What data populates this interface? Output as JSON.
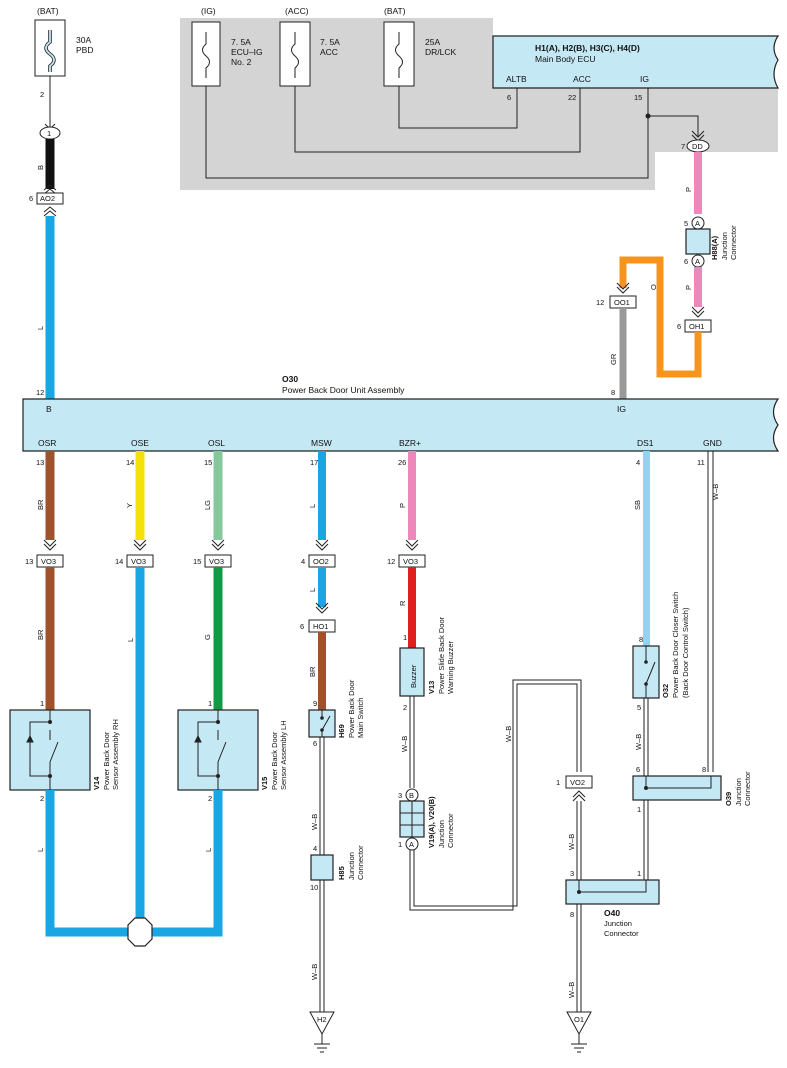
{
  "ecu_zone": {
    "fuse_ig": {
      "source": "(IG)",
      "rating": "7. 5A",
      "name_l1": "ECU–IG",
      "name_l2": "No. 2"
    },
    "fuse_acc": {
      "source": "(ACC)",
      "rating": "7. 5A",
      "name_l1": "ACC"
    },
    "fuse_dr": {
      "source": "(BAT)",
      "rating": "25A",
      "name_l1": "DR/LCK"
    },
    "ecu": {
      "code": "H1(A), H2(B), H3(C), H4(D)",
      "name": "Main Body ECU",
      "pins": [
        {
          "label": "ALTB",
          "num": "6"
        },
        {
          "label": "ACC",
          "num": "22"
        },
        {
          "label": "IG",
          "num": "15"
        }
      ]
    }
  },
  "bat_fuse": {
    "source": "(BAT)",
    "rating": "30A",
    "name": "PBD",
    "pin": "2",
    "circle": "1",
    "wire": "B"
  },
  "connectors": {
    "ao2": {
      "code": "AO2",
      "pin": "6"
    },
    "dd": {
      "code": "DD",
      "pin": "7"
    },
    "h88_top": {
      "pin": "5",
      "letter": "A"
    },
    "h88_bot": {
      "pin": "6",
      "letter": "A"
    },
    "oh1": {
      "code": "OH1",
      "pin": "6"
    },
    "oo1": {
      "code": "OO1",
      "pin": "12"
    }
  },
  "h88": {
    "code": "H88(A)",
    "name_l1": "Junction",
    "name_l2": "Connector"
  },
  "wires": {
    "bat": "L",
    "p_top": "P",
    "p_bot": "P",
    "o": "O",
    "gr": "GR"
  },
  "o30": {
    "code": "O30",
    "name": "Power Back Door Unit Assembly",
    "top_pins": [
      {
        "label": "B",
        "num": "12"
      },
      {
        "label": "IG",
        "num": "8"
      }
    ],
    "bottom_pins": [
      {
        "label": "OSR",
        "num": "13",
        "wire": "BR"
      },
      {
        "label": "OSE",
        "num": "14",
        "wire": "Y"
      },
      {
        "label": "OSL",
        "num": "15",
        "wire": "LG"
      },
      {
        "label": "MSW",
        "num": "17",
        "wire": "L"
      },
      {
        "label": "BZR+",
        "num": "26",
        "wire": "P"
      },
      {
        "label": "DS1",
        "num": "4",
        "wire": "SB"
      },
      {
        "label": "GND",
        "num": "11",
        "wire": "W–B"
      }
    ]
  },
  "mid_connectors": [
    {
      "code": "VO3",
      "pin": "13"
    },
    {
      "code": "VO3",
      "pin": "14"
    },
    {
      "code": "VO3",
      "pin": "15"
    },
    {
      "code": "OO2",
      "pin": "4"
    },
    {
      "code": "VO3",
      "pin": "12"
    }
  ],
  "lower_wires": {
    "osr": "BR",
    "ose": "L",
    "osl": "G",
    "msw": "L",
    "msw2": "BR",
    "bzr": "R",
    "v14_out": "L",
    "v15_out": "L"
  },
  "ho1": {
    "code": "HO1",
    "pin": "6"
  },
  "v14": {
    "code": "V14",
    "name_l1": "Power Back Door",
    "name_l2": "Sensor Assembly RH",
    "pin_top": "1",
    "pin_bot": "2"
  },
  "v15": {
    "code": "V15",
    "name_l1": "Power Back Door",
    "name_l2": "Sensor Assembly LH",
    "pin_top": "1",
    "pin_bot": "2"
  },
  "h69": {
    "code": "H69",
    "name_l1": "Power Back Door",
    "name_l2": "Main Switch",
    "pin_top": "9",
    "pin_bot": "6",
    "wire": "W–B"
  },
  "h85": {
    "code": "H85",
    "name_l1": "Junction",
    "name_l2": "Connector",
    "pin_top": "4",
    "pin_bot": "10",
    "wire": "W–B"
  },
  "v13": {
    "code": "V13",
    "name_l1": "Power Slide Back Door",
    "name_l2": "Warning Buzzer",
    "label": "Buzzer",
    "pin_top": "1",
    "pin_bot": "2",
    "wire": "W–B"
  },
  "v19": {
    "code": "V19(A), V20(B)",
    "name_l1": "Junction",
    "name_l2": "Connector",
    "pin_top": "3",
    "letter_top": "B",
    "pin_bot": "1",
    "letter_bot": "A"
  },
  "v19_wire": "W–B",
  "o32": {
    "code": "O32",
    "name_l1": "Power Back Door Closer Switch",
    "name_l2": "(Back Door Control Switch)",
    "pin_top": "8",
    "pin_bot": "5",
    "wire": "W–B"
  },
  "o39": {
    "code": "O39",
    "name_l1": "Junction",
    "name_l2": "Connector",
    "pin_a": "6",
    "pin_b": "8",
    "pin_c": "1"
  },
  "vo2": {
    "code": "VO2",
    "pin": "1",
    "wire": "W–B"
  },
  "o40": {
    "code": "O40",
    "name_l1": "Junction",
    "name_l2": "Connector",
    "pin_a": "3",
    "pin_b": "1",
    "pin_c": "8",
    "wire": "W–B"
  },
  "grounds": {
    "h2": "H2",
    "o1": "O1"
  },
  "colors": {
    "blue": "#1aa6e2",
    "brown": "#a0522d",
    "yellow": "#f5e10a",
    "lightgreen": "#86c79c",
    "green": "#119944",
    "pink": "#ee88bb",
    "red": "#e0201e",
    "skyblue": "#90d4f0",
    "black": "#111111",
    "orange": "#f7941d",
    "gray": "#999999",
    "zone": "#d4d4d4",
    "component": "#c5e8f5"
  }
}
